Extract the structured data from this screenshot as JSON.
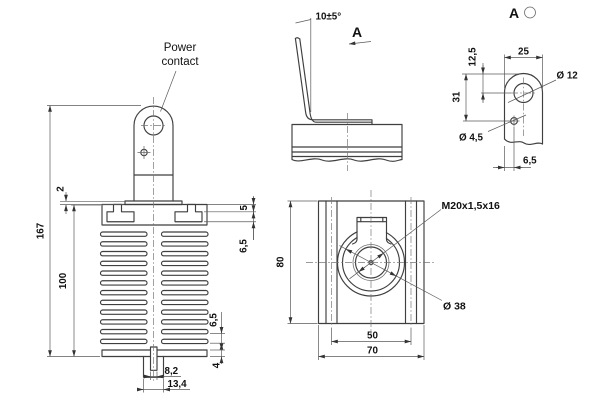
{
  "front_view": {
    "power_label_1": "Power",
    "power_label_2": "contact",
    "dim_overall_height": "167",
    "dim_body_height": "100",
    "dim_flange_thickness": "2",
    "dim_step": "5",
    "dim_slot_depth": "6,5",
    "dim_fin_gap": "6,5",
    "dim_base_thickness": "4",
    "dim_slot_width": "8,2",
    "dim_boss_width": "13,4"
  },
  "side_view": {
    "angle": "10±5°",
    "view_marker": "A"
  },
  "detail_view": {
    "title": "A",
    "dim_width": "25",
    "dim_top_offset": "12,5",
    "dim_hole_distance": "31",
    "dim_big_hole": "Ø 12",
    "dim_small_hole": "Ø 4,5",
    "dim_edge_offset": "6,5"
  },
  "plan_view": {
    "dim_depth": "80",
    "dim_slot_spacing": "50",
    "dim_width": "70",
    "thread_callout": "M20x1,5x16",
    "dim_boss_dia": "Ø 38"
  },
  "colors": {
    "line": "#3f3f3f",
    "dimension": "#5a5a5a",
    "text": "#111111",
    "background": "#ffffff"
  }
}
